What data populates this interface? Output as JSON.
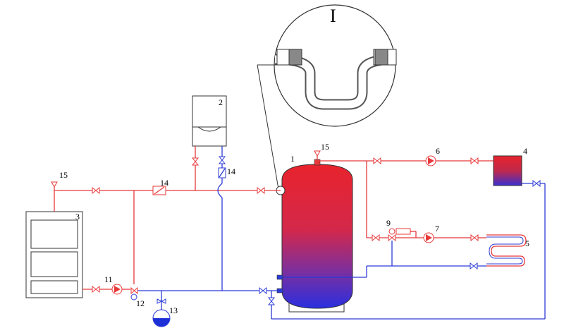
{
  "detail": {
    "label": "I"
  },
  "labels": {
    "tank": "1",
    "boiler": "2",
    "stove": "3",
    "radiator": "4",
    "floor_coil": "5",
    "pump_top": "6",
    "pump_mid": "7",
    "mixing_valve": "9",
    "pump_return": "11",
    "check_valve": "12",
    "expansion_vessel": "13",
    "valve_14a": "14",
    "valve_14b": "14",
    "safety_left": "15",
    "safety_right": "15"
  },
  "colors": {
    "supply": "#e8393a",
    "return": "#2c3bd6",
    "outline": "#333333"
  }
}
